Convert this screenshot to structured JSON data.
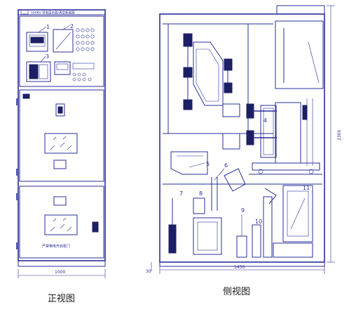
{
  "front": {
    "caption": "正视图",
    "header": "500KV 带电显示器/真空断路器",
    "door_text": "严禁带电开启柜门",
    "width_dim": "1000",
    "callouts": [
      "1",
      "2",
      "3"
    ]
  },
  "side": {
    "caption": "侧视图",
    "depth_dim": "1450",
    "height_dim": "2300",
    "base_dim": "30",
    "callouts": [
      "4",
      "5",
      "6",
      "7",
      "8",
      "9",
      "10",
      "11"
    ]
  },
  "colors": {
    "line": "#2a2f9a",
    "dark": "#1c1f66",
    "background": "#ffffff"
  }
}
